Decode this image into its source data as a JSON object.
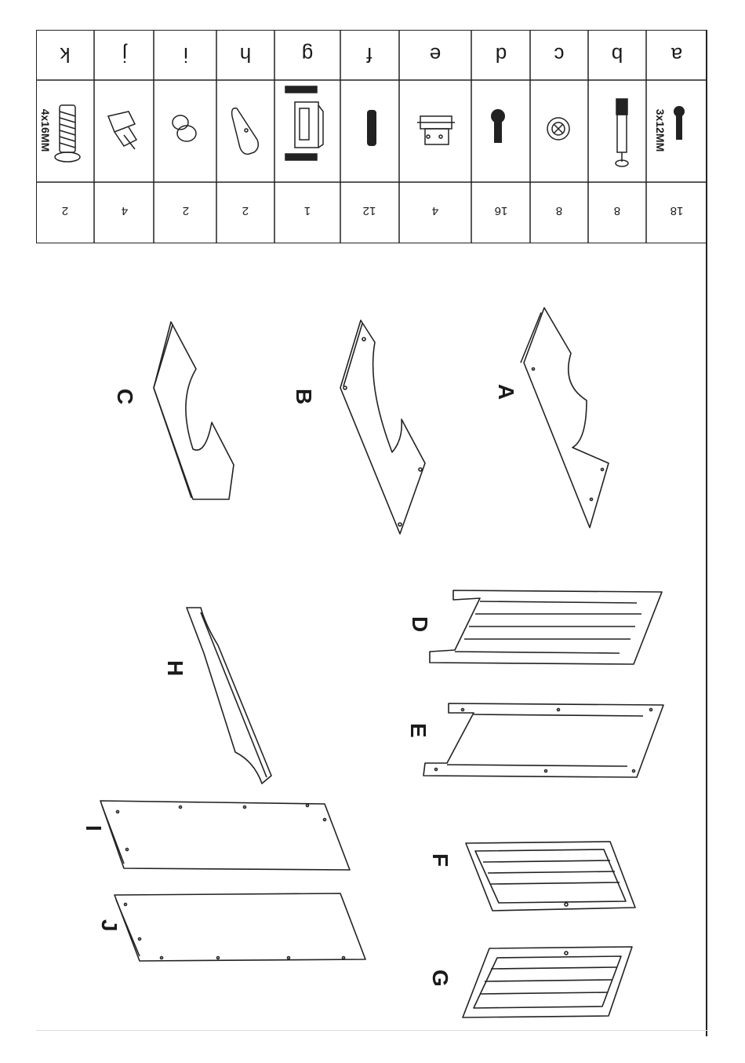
{
  "hardware": {
    "columns": [
      {
        "letter": "k",
        "qty": "2",
        "size": "4x16MM",
        "icon": "large-screw-icon"
      },
      {
        "letter": "j",
        "qty": "4",
        "size": "",
        "icon": "shelf-support-icon"
      },
      {
        "letter": "i",
        "qty": "2",
        "size": "",
        "icon": "magnet-icon"
      },
      {
        "letter": "h",
        "qty": "2",
        "size": "",
        "icon": "plate-icon"
      },
      {
        "letter": "g",
        "qty": "1",
        "size": "",
        "icon": "latch-icon"
      },
      {
        "letter": "f",
        "qty": "12",
        "size": "",
        "icon": "dowel-icon"
      },
      {
        "letter": "e",
        "qty": "4",
        "size": "",
        "icon": "hinge-icon"
      },
      {
        "letter": "d",
        "qty": "16",
        "size": "",
        "icon": "screw-icon"
      },
      {
        "letter": "c",
        "qty": "8",
        "size": "",
        "icon": "cam-lock-icon"
      },
      {
        "letter": "b",
        "qty": "8",
        "size": "",
        "icon": "cam-bolt-icon"
      },
      {
        "letter": "a",
        "qty": "18",
        "size": "3x12MM",
        "icon": "small-screw-icon"
      }
    ]
  },
  "parts": {
    "A": "A",
    "B": "B",
    "C": "C",
    "D": "D",
    "E": "E",
    "F": "F",
    "G": "G",
    "H": "H",
    "I": "I",
    "J": "J"
  }
}
